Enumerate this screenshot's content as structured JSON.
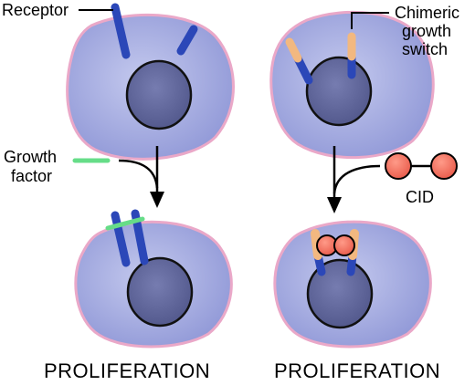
{
  "labels": {
    "receptor": "Receptor",
    "chimeric_line1": "Chimeric",
    "chimeric_line2": "growth",
    "chimeric_line3": "switch",
    "growth_line1": "Growth",
    "growth_line2": "factor",
    "cid": "CID",
    "left_outcome": "PROLIFERATION",
    "right_outcome": "PROLIFERATION"
  },
  "colors": {
    "cell_fill": "#9ea6de",
    "cell_outline": "#e8a6c8",
    "nucleus_fill": "#5e6494",
    "receptor_blue": "#2b47b8",
    "chimeric_orange": "#f2b880",
    "growth_factor_green": "#66dd88",
    "cid_red": "#f06858"
  }
}
